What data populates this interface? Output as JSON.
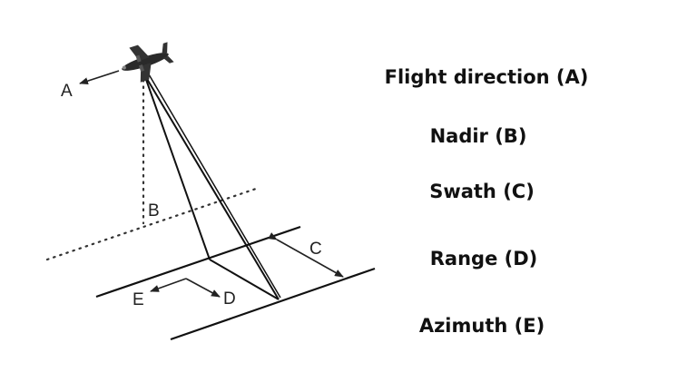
{
  "diagram": {
    "labels": {
      "a": "A",
      "b": "B",
      "c": "C",
      "d": "D",
      "e": "E"
    }
  },
  "legend": {
    "items": [
      "Flight direction (A)",
      "Nadir (B)",
      "Swath (C)",
      "Range (D)",
      "Azimuth (E)"
    ]
  }
}
